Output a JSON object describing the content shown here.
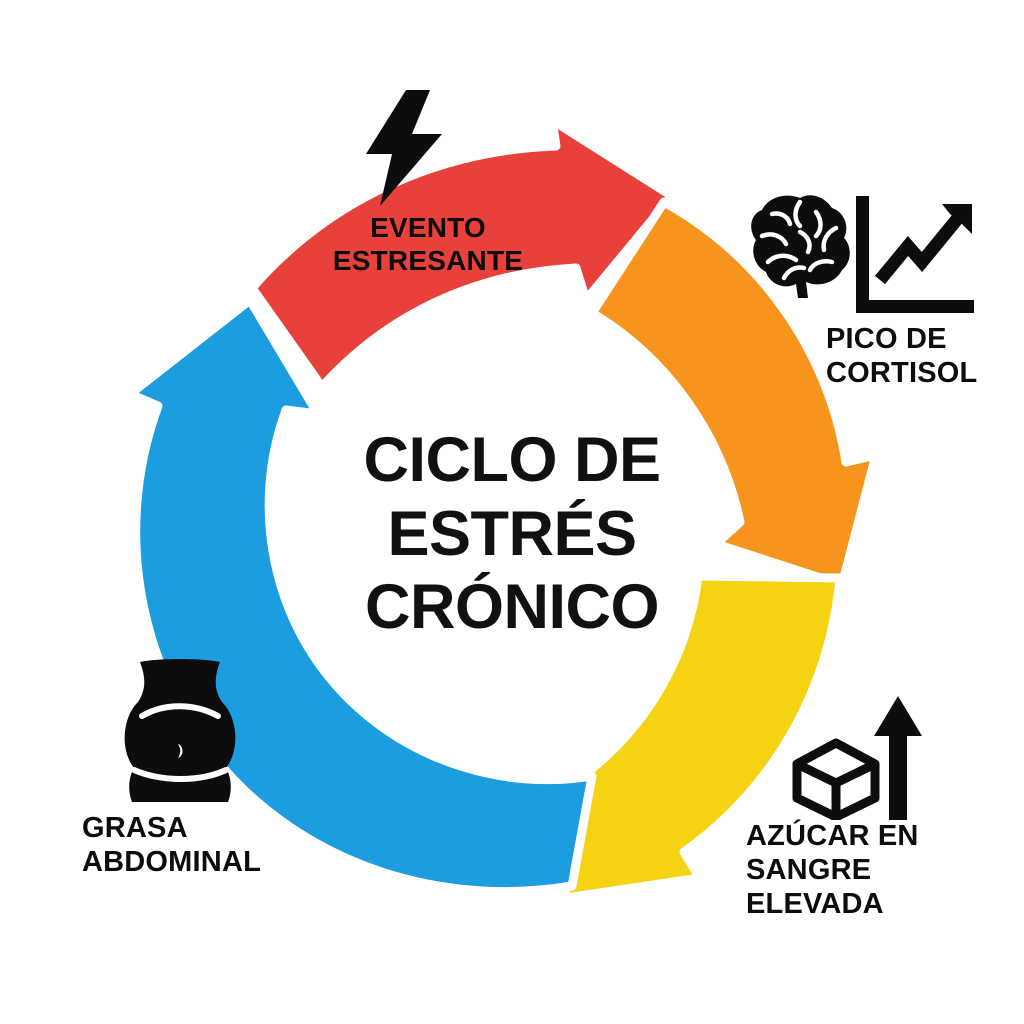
{
  "diagram": {
    "type": "cycle",
    "title_lines": [
      "CICLO DE",
      "ESTRÉS",
      "CRÓNICO"
    ],
    "title_text": "CICLO DE ESTRÉS CRÓNICO",
    "background_color": "#FFFFFF",
    "text_color": "#0D0D0D",
    "direction": "clockwise",
    "stage_count": 4
  },
  "stages": [
    {
      "id": "evento-estresante",
      "order": 1,
      "label_lines": [
        "EVENTO",
        "ESTRESANTE"
      ],
      "label_text": "EVENTO ESTRESANTE",
      "position": "top",
      "arrow_color": "#E8403A",
      "arrow_color_name": "red",
      "arrow_points_to": "pico-de-cortisol",
      "icon": "lightning-bolt-icon"
    },
    {
      "id": "pico-de-cortisol",
      "order": 2,
      "label_lines": [
        "PICO DE",
        "CORTISOL"
      ],
      "label_text": "PICO DE CORTISOL",
      "position": "right",
      "arrow_color": "#F7941E",
      "arrow_color_name": "orange",
      "arrow_points_to": "azucar-en-sangre-elevada",
      "icon": "brain-icon",
      "icon_secondary": "rising-chart-icon"
    },
    {
      "id": "azucar-en-sangre-elevada",
      "order": 3,
      "label_lines": [
        "AZÚCAR EN",
        "SANGRE",
        "ELEVADA"
      ],
      "label_text": "AZÚCAR EN SANGRE ELEVADA",
      "position": "bottom-right",
      "arrow_color": "#F5D212",
      "arrow_color_name": "yellow",
      "arrow_points_to": "grasa-abdominal",
      "icon": "sugar-cube-icon",
      "icon_secondary": "up-arrow-icon"
    },
    {
      "id": "grasa-abdominal",
      "order": 4,
      "label_lines": [
        "GRASA",
        "ABDOMINAL"
      ],
      "label_text": "GRASA ABDOMINAL",
      "position": "bottom-left",
      "arrow_color": "#1B9DE0",
      "arrow_color_name": "blue",
      "arrow_points_to": "evento-estresante",
      "icon": "belly-fat-icon"
    }
  ],
  "colors": {
    "red": "#E8403A",
    "orange": "#F7941E",
    "yellow": "#F5D212",
    "blue": "#1B9DE0",
    "black": "#0D0D0D",
    "white": "#FFFFFF"
  }
}
